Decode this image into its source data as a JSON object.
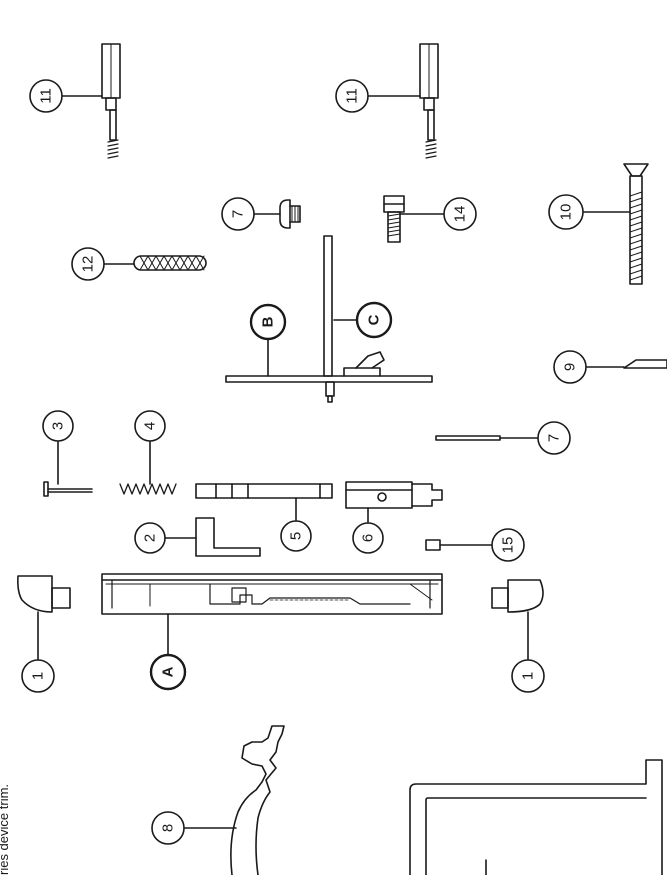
{
  "side_text": "ries device trim.",
  "callouts": {
    "c1a": "1",
    "c1b": "1",
    "cA": "A",
    "c2": "2",
    "c3": "3",
    "c4": "4",
    "c5": "5",
    "c6": "6",
    "c15": "15",
    "c7a": "7",
    "c7b": "7",
    "c9": "9",
    "cB": "B",
    "cC": "C",
    "c12": "12",
    "c14": "14",
    "c10": "10",
    "c11a": "11",
    "c11b": "11",
    "c8": "8"
  },
  "colors": {
    "ink": "#1a1a1a",
    "paper": "#ffffff"
  }
}
